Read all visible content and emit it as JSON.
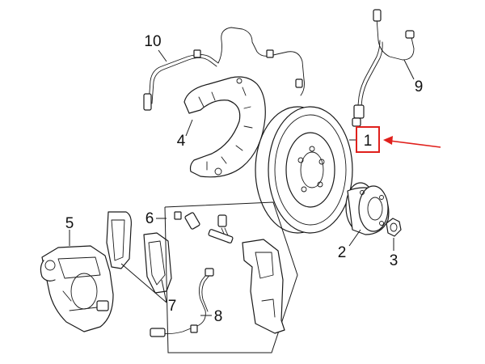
{
  "diagram": {
    "callouts": [
      {
        "id": "1",
        "label": "1",
        "highlighted": true
      },
      {
        "id": "2",
        "label": "2"
      },
      {
        "id": "3",
        "label": "3"
      },
      {
        "id": "4",
        "label": "4"
      },
      {
        "id": "5",
        "label": "5"
      },
      {
        "id": "6",
        "label": "6"
      },
      {
        "id": "7",
        "label": "7"
      },
      {
        "id": "8",
        "label": "8"
      },
      {
        "id": "9",
        "label": "9"
      },
      {
        "id": "10",
        "label": "10"
      }
    ],
    "highlight_color": "#e0201c",
    "line_color": "#1a1a1a"
  }
}
